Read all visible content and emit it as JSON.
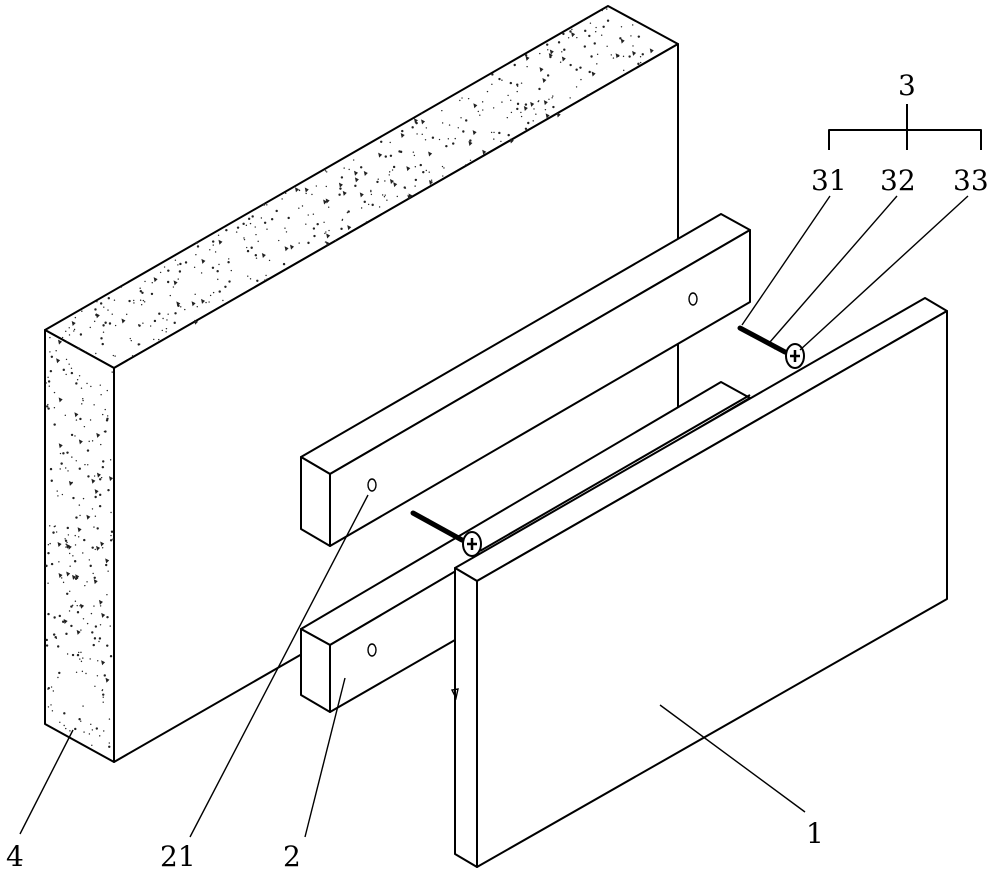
{
  "labels": {
    "group_3": "3",
    "item_31": "31",
    "item_32": "32",
    "item_33": "33",
    "item_4": "4",
    "item_21": "21",
    "item_2": "2",
    "item_1": "1"
  }
}
